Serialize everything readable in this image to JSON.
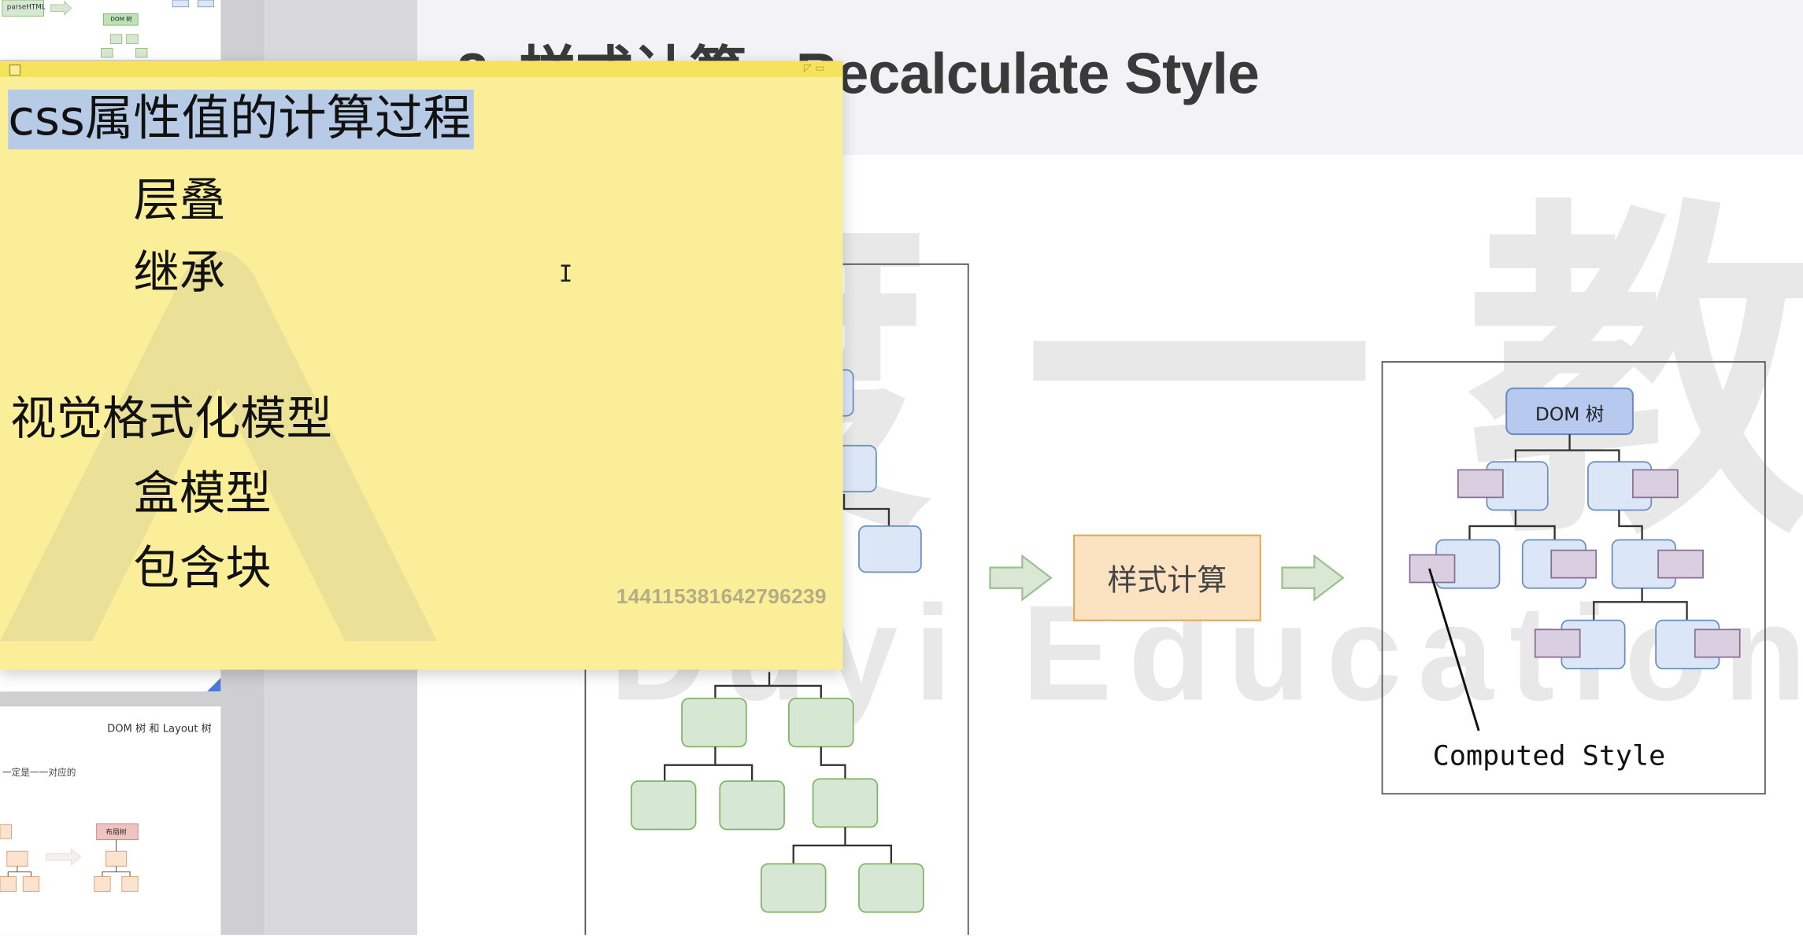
{
  "slide": {
    "title": "2. 样式计算 - Recalculate Style",
    "watermark_cn": "渡一教育",
    "watermark_en": "Duyi Education",
    "video_id": "1441153816427962​39"
  },
  "diagram": {
    "dom_tree_label": "DOM 树",
    "style_calc_label": "样式计算",
    "computed_label": "Computed Style"
  },
  "thumbnails": {
    "top_label": "parseHTML",
    "top_node_label": "DOM 树",
    "bottom_title": "DOM 树 和 Layout 树",
    "bottom_sub": "一定是一一对应的",
    "bottom_node_label": "布局树"
  },
  "note": {
    "line1": "css属性值的计算过程",
    "line2": "层叠",
    "line3": "继承",
    "line4": "视觉格式化模型",
    "line5": "盒模型",
    "line6": "包含块"
  },
  "colors": {
    "note_bg": "#fbee98",
    "note_highlight": "#b8cbe6",
    "style_calc_box": "#fbe3c2",
    "dom_node": "#b7c9ef"
  }
}
